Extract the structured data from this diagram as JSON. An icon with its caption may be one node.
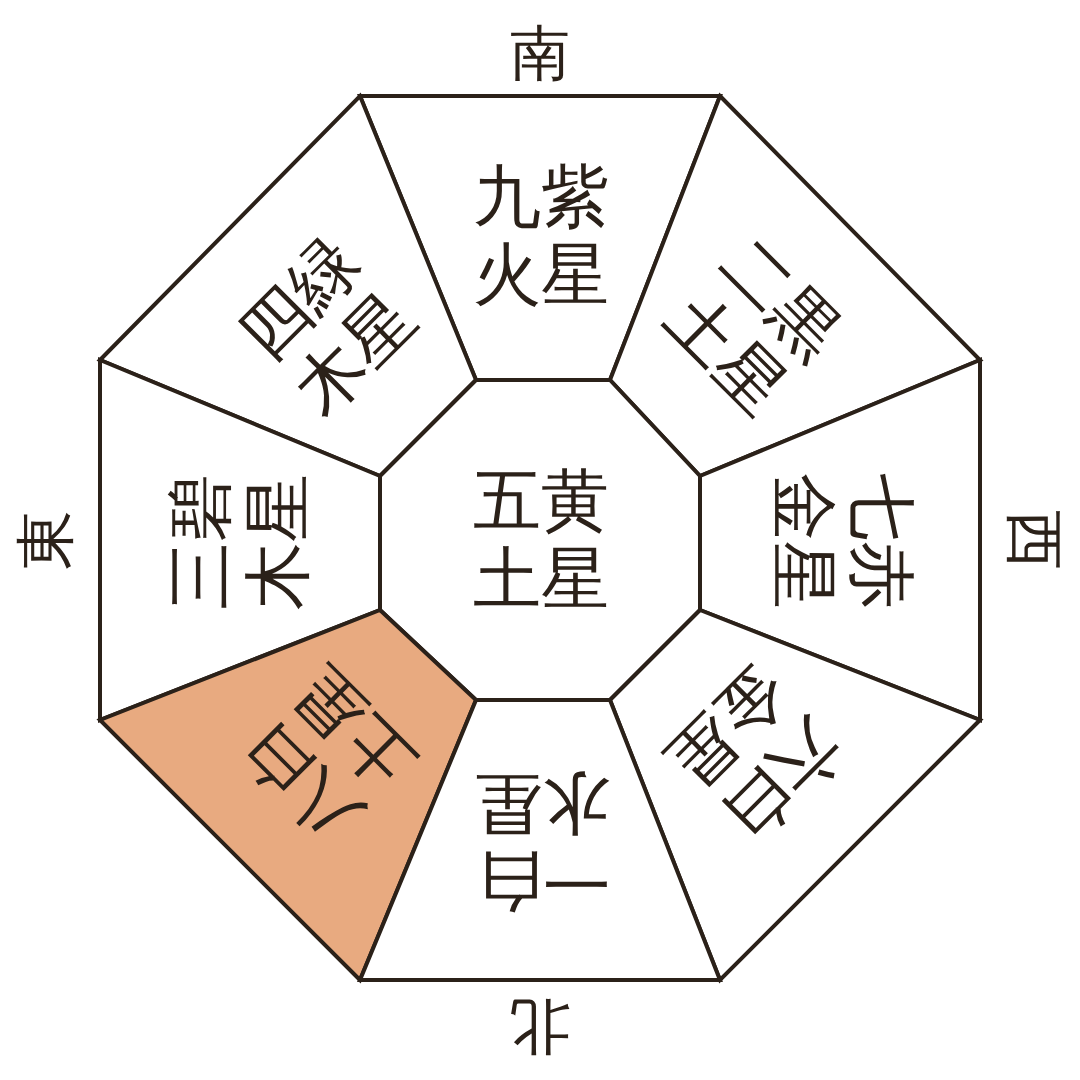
{
  "diagram": {
    "nodes": [
      {
        "text": [
          "九紫火星"
        ]
      },
      {
        "text": [
          "四緑木星"
        ]
      },
      {
        "text": [
          "二黒土星"
        ]
      },
      {
        "text": [
          "三碧木星"
        ]
      },
      {
        "text": [
          "五黄土星"
        ]
      },
      {
        "text": [
          "七赤金星"
        ]
      },
      {
        "text": [
          "八白土星"
        ]
      },
      {
        "text": [
          "六白金星"
        ]
      },
      {
        "text": [
          "一白水星"
        ]
      }
    ],
    "edges": [],
    "labels": [
      "南",
      "東",
      "西",
      "北"
    ]
  }
}
